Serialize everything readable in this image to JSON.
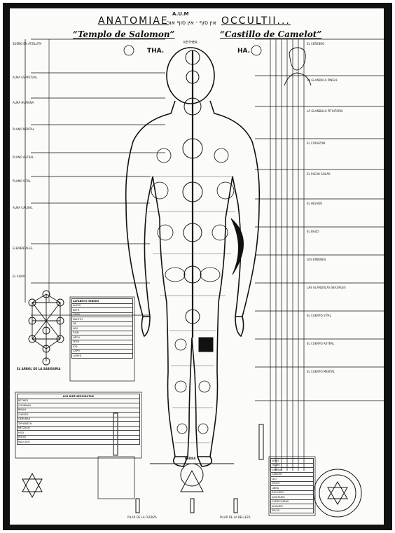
{
  "header": {
    "title_left": "ANATOMIAE",
    "title_right": "OCCULTII...",
    "letters": "A.U.M",
    "hebrew_line": "אין סוף · אין סוף אור",
    "subtitle_left": "“Templo de Salomon”",
    "subtitle_right": "“Castillo de Camelot”",
    "tha_label": "THA.",
    "ha_label": "HA.",
    "kether_label": "KETHER"
  },
  "left_notes": [
    "SUEÑO EN ATZILUTH",
    "ALMA ESPIRITUAL",
    "ALMA HUMANA",
    "PLANO MENTAL",
    "PLANO ASTRAL",
    "PLANO VITAL",
    "ALMA CAUSAL",
    "ELEMENTALES",
    "EL ALMA"
  ],
  "tree_caption": "EL ARBOL DE LA SABIDURIA",
  "alphabet_table": {
    "header": "ALFABETO HEBREO",
    "rows": [
      "ALEPH",
      "BETH",
      "GIMEL",
      "DALETH",
      "HE",
      "VAU",
      "ZAIN",
      "HETH",
      "TETH",
      "IOD",
      "CAPH",
      "LAMED"
    ]
  },
  "gods_table": {
    "header": "LOS DIEZ SEPHIROTHS",
    "rows": [
      "KETHER",
      "CHOKMAH",
      "BINAH",
      "CHESED",
      "GEBURAH",
      "TIPHERETH",
      "NETZACH",
      "HOD",
      "IESOD",
      "MALCHUT"
    ]
  },
  "zodiac_table": {
    "rows": [
      "ARIES",
      "TAURO",
      "GEMINIS",
      "CANCER",
      "LEO",
      "VIRGO",
      "LIBRA",
      "ESCORPIO",
      "SAGITARIO",
      "CAPRICORNIO",
      "ACUARIO",
      "PISCIS"
    ]
  },
  "bottom_labels": {
    "center": "KEDRA",
    "column_left": "PILAR DE LA FUERZA",
    "column_right": "PILAR DE LA BELLEZA"
  },
  "right_notes": [
    "EL CEREBRO",
    "LA GLANDULA PINEAL",
    "LA GLANDULA PITUITARIA",
    "EL CORAZON",
    "EL PLEXO SOLAR",
    "EL HIGADO",
    "EL BAZO",
    "LOS RIÑONES",
    "LAS GLANDULAS SEXUALES",
    "EL CUERPO VITAL",
    "EL CUERPO ASTRAL",
    "EL CUERPO MENTAL"
  ],
  "colors": {
    "ink": "#111111",
    "paper": "#fbfbf9",
    "frame": "#111111"
  }
}
